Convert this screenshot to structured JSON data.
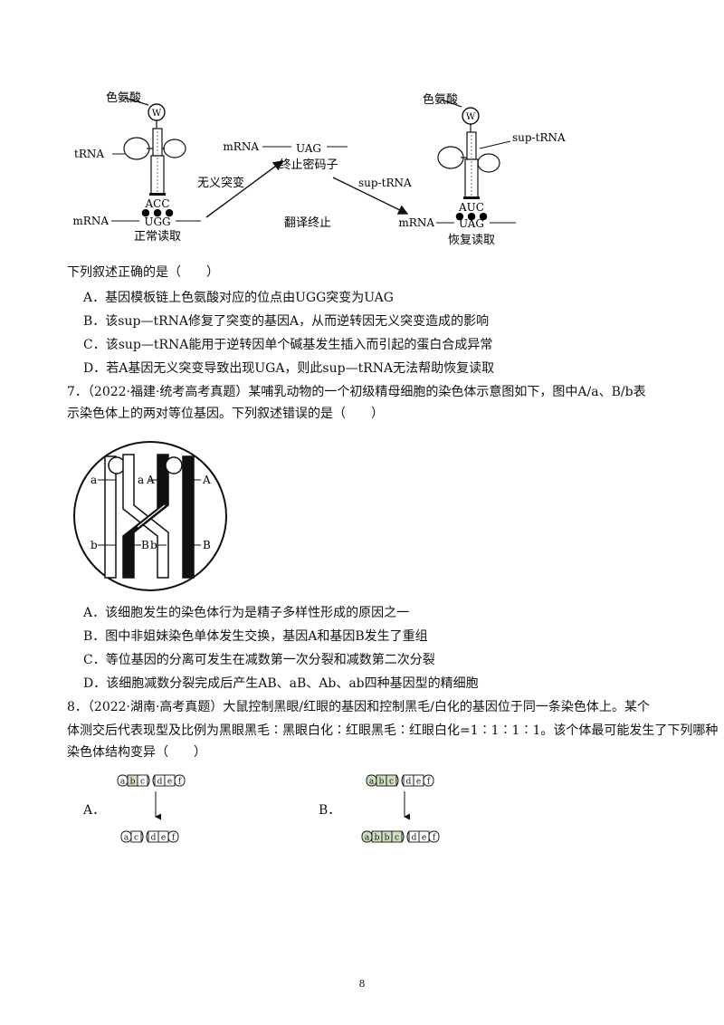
{
  "q6_figure": {
    "trp_left": "色氨酸",
    "trp_right": "色氨酸",
    "w_left": "W",
    "w_right": "W",
    "trna": "tRNA",
    "sup_trna_mol": "sup-tRNA",
    "mrna_left": "mRNA",
    "anticodon_left": "ACC",
    "codon_left": "UGG",
    "normal_read": "正常读取",
    "nonsense_mut": "无义突变",
    "mrna_mid": "mRNA",
    "codon_mid": "UAG",
    "stop_codon": "终止密码子",
    "sup_trna_arrow": "sup-tRNA",
    "translation_stop": "翻译终止",
    "mrna_right": "mRNA",
    "anticodon_right": "AUC",
    "codon_right": "UAG",
    "restore_read": "恢复读取"
  },
  "q6": {
    "stem": "下列叙述正确的是（　　）",
    "options": [
      "A．基因模板链上色氨酸对应的位点由UGG突变为UAG",
      "B．该sup—tRNA修复了突变的基因A，从而逆转因无义突变造成的影响",
      "C．该sup—tRNA能用于逆转因单个碱基发生插入而引起的蛋白合成异常",
      "D．若A基因无义突变导致出现UGA，则此sup—tRNA无法帮助恢复读取"
    ]
  },
  "q7": {
    "stem_line1": "7．（2022·福建·统考高考真题）某哺乳动物的一个初级精母细胞的染色体示意图如下，图中A/a、B/b表",
    "stem_line2": "示染色体上的两对等位基因。下列叙述错误的是（　　）",
    "figure": {
      "a1": "a",
      "a2": "a",
      "A1": "A",
      "A2": "A",
      "b1": "b",
      "B1": "B",
      "b2": "b",
      "B2": "B"
    },
    "options": [
      "A．该细胞发生的染色体行为是精子多样性形成的原因之一",
      "B．图中非姐妹染色单体发生交换，基因A和基因B发生了重组",
      "C．等位基因的分离可发生在减数第一次分裂和减数第二次分裂",
      "D．该细胞减数分裂完成后产生AB、aB、Ab、ab四种基因型的精细胞"
    ]
  },
  "q8": {
    "stem_line1": "8．（2022·湖南·高考真题）大鼠控制黑眼/红眼的基因和控制黑毛/白化的基因位于同一条染色体上。某个",
    "stem_line2": "体测交后代表现型及比例为黑眼黑毛∶黑眼白化∶红眼黑毛∶红眼白化=1∶1∶1∶1。该个体最可能发生了下列哪种",
    "stem_line3": "染色体结构变异（　　）",
    "label_a": "A．",
    "label_b": "B．",
    "a_before": [
      "a",
      "b",
      "c",
      "d",
      "e",
      "f"
    ],
    "a_after": [
      "a",
      "c",
      "d",
      "e",
      "f"
    ],
    "b_before": [
      "a",
      "b",
      "c",
      "d",
      "e",
      "f"
    ],
    "b_after": [
      "a",
      "b",
      "b",
      "c",
      "d",
      "e",
      "f"
    ]
  },
  "page_number": "8"
}
